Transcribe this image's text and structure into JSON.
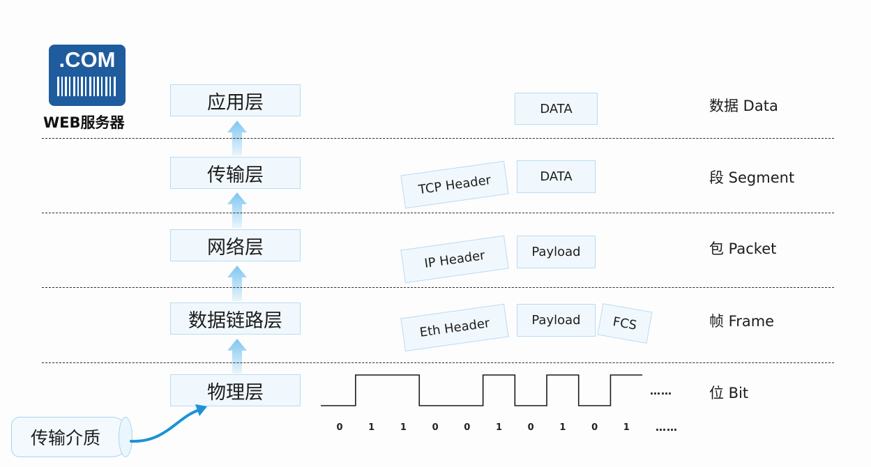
{
  "logo": {
    "text": ".COM",
    "caption": "WEB服务器",
    "color": "#1f5c9e"
  },
  "layers": [
    {
      "name": "应用层"
    },
    {
      "name": "传输层"
    },
    {
      "name": "网络层"
    },
    {
      "name": "数据链路层"
    },
    {
      "name": "物理层"
    }
  ],
  "pdus": {
    "application_data": "DATA",
    "transport_header": "TCP Header",
    "transport_data": "DATA",
    "network_header": "IP Header",
    "network_payload": "Payload",
    "datalink_header": "Eth Header",
    "datalink_payload": "Payload",
    "datalink_trailer": "FCS"
  },
  "unit_labels": [
    "数据 Data",
    "段 Segment",
    "包 Packet",
    "帧 Frame",
    "位 Bit"
  ],
  "signal": {
    "bits": [
      "0",
      "1",
      "1",
      "0",
      "0",
      "1",
      "0",
      "1",
      "0",
      "1"
    ],
    "ellipsis": "……"
  },
  "medium": {
    "label": "传输介质"
  },
  "colors": {
    "box_fill": "#f1f8fd",
    "box_border": "#b6dcf2",
    "arrow": "#7fc6f0",
    "curve_arrow": "#1b92d8"
  }
}
